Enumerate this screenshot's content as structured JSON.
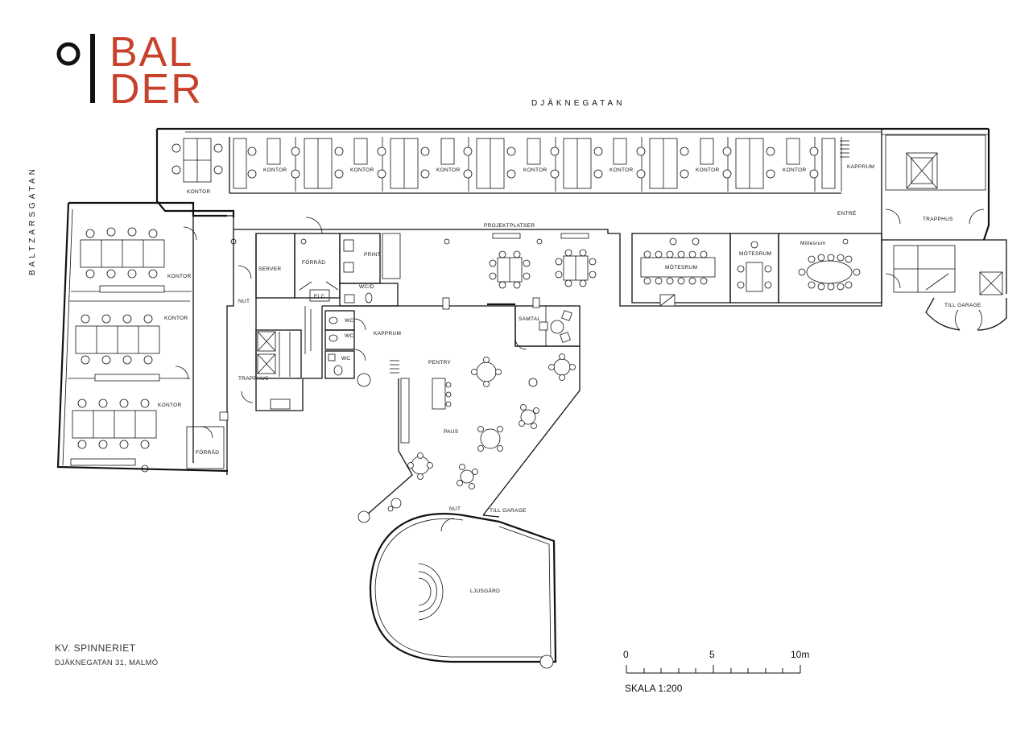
{
  "logo": {
    "line1": "BAL",
    "line2": "DER",
    "mark": "O",
    "brand_color": "#c8412a",
    "mark_color": "#111111"
  },
  "streets": {
    "north": "DJÄKNEGATAN",
    "west": "BALTZARSGATAN"
  },
  "rooms": {
    "kontor": "KONTOR",
    "kapprum": "KAPPRUM",
    "entre": "ENTRÉ",
    "trapphus": "TRAPPHUS",
    "till_garage": "TILL GARAGE",
    "projektplatser": "PROJEKTPLATSER",
    "motesrum_upper": "MÖTESRUM",
    "motesrum_title": "Mötesrum",
    "server": "SERVER",
    "forrad": "FÖRRÅD",
    "print": "PRINT",
    "wcd": "WC/D",
    "elc": "ELC",
    "wc": "WC",
    "nut": "NUT",
    "samtal": "SAMTAL",
    "pentry": "PENTRY",
    "paus": "PAUS",
    "ljusgard": "LJUSGÅRD"
  },
  "footer": {
    "title": "KV. SPINNERIET",
    "address": "DJÄKNEGATAN 31, MALMÖ"
  },
  "scale": {
    "ticks": [
      "0",
      "5",
      "10m"
    ],
    "label": "SKALA 1:200"
  }
}
